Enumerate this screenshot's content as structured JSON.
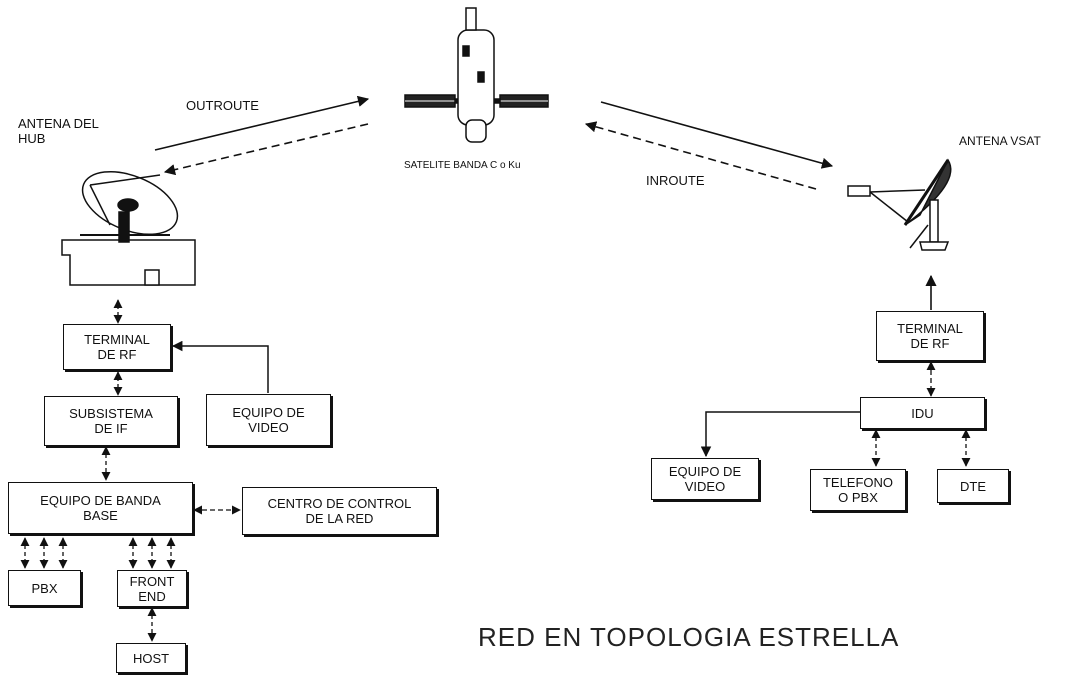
{
  "labels": {
    "antena_hub": [
      "ANTENA DEL",
      "HUB"
    ],
    "outroute": "OUTROUTE",
    "satelite": "SATELITE BANDA C o Ku",
    "inroute": "INROUTE",
    "antena_vsat": "ANTENA VSAT",
    "caption": "RED EN TOPOLOGIA ESTRELLA"
  },
  "hub": {
    "terminal_rf": [
      "TERMINAL",
      "DE RF"
    ],
    "subsistema_if": [
      "SUBSISTEMA",
      "DE IF"
    ],
    "equipo_video": [
      "EQUIPO DE",
      "VIDEO"
    ],
    "equipo_banda_base": [
      "EQUIPO DE BANDA",
      "BASE"
    ],
    "centro_control": [
      "CENTRO DE CONTROL",
      "DE LA RED"
    ],
    "pbx": "PBX",
    "front_end": [
      "FRONT",
      "END"
    ],
    "host": "HOST"
  },
  "remote": {
    "terminal_rf": [
      "TERMINAL",
      "DE RF"
    ],
    "idu": "IDU",
    "equipo_video": [
      "EQUIPO DE",
      "VIDEO"
    ],
    "telefono": [
      "TELEFONO",
      "O PBX"
    ],
    "dte": "DTE"
  },
  "icons": [
    "satellite-icon",
    "hub-antenna-icon",
    "vsat-antenna-icon"
  ],
  "colors": {
    "ink": "#111111",
    "background": "#ffffff"
  }
}
